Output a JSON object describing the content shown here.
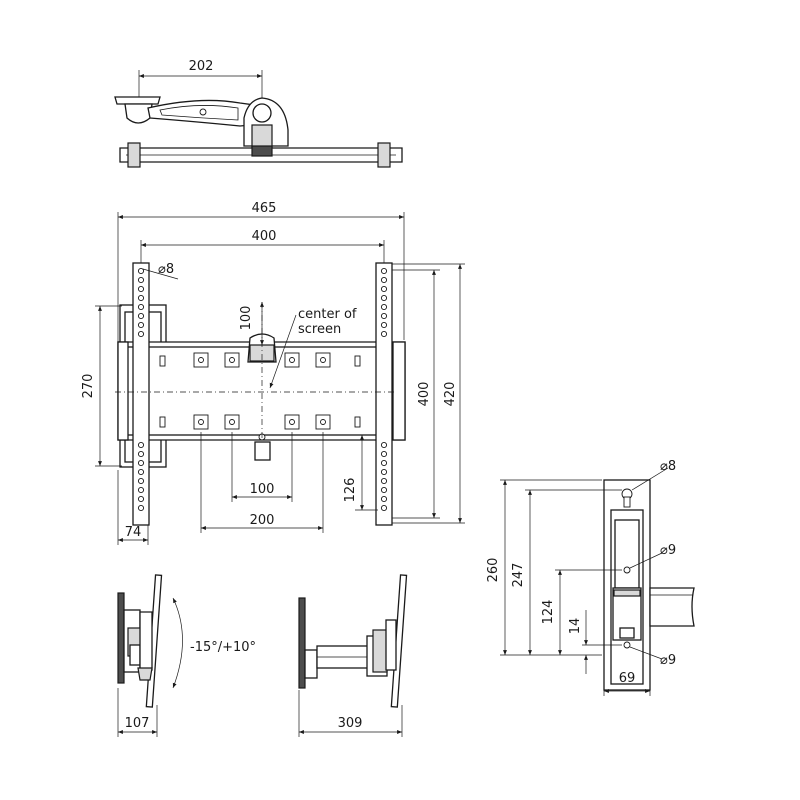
{
  "top_view": {
    "width_dim": "202"
  },
  "front_view": {
    "overall_width_dim": "465",
    "rail_spacing_dim": "400",
    "hole_dia_label": "⌀8",
    "center_label_line1": "center of",
    "center_label_line2": "screen",
    "center_offset_dim": "100",
    "plate_height_dim": "270",
    "rail_height_dim": "400",
    "overall_height_dim": "420",
    "vesa_small_dim": "100",
    "vesa_large_dim": "200",
    "bottom_offset_dim": "126",
    "rail_edge_dim": "74"
  },
  "side_view_tilt": {
    "tilt_label": "-15°/+10°",
    "depth_dim": "107"
  },
  "side_view_extended": {
    "reach_dim": "309"
  },
  "wall_plate_view": {
    "keyhole_dia_label": "⌀8",
    "hole_mid_dia_label": "⌀9",
    "hole_bottom_dia_label": "⌀9",
    "total_height_dim": "260",
    "keyhole_to_bottom_dim": "247",
    "mid_hole_dim": "124",
    "bottom_hole_dim": "14",
    "width_dim": "69"
  }
}
